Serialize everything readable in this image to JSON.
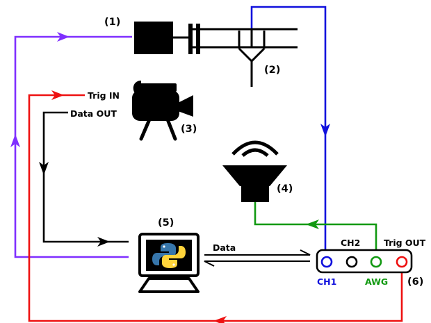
{
  "labels": {
    "n1": "(1)",
    "n2": "(2)",
    "n3": "(3)",
    "n4": "(4)",
    "n5": "(5)",
    "n6": "(6)",
    "trig_in": "Trig IN",
    "data_out": "Data OUT",
    "data": "Data",
    "ch1": "CH1",
    "ch2": "CH2",
    "awg": "AWG",
    "trig_out": "Trig OUT"
  },
  "colors": {
    "purple": "#7f2fff",
    "red": "#ee1111",
    "blue": "#1111dd",
    "green": "#119911",
    "black": "#000000",
    "python_blue": "#3776ab",
    "python_yellow": "#ffd43b"
  },
  "icons": {
    "device_1": "motor-block-icon",
    "device_2": "pipe-nozzle-icon",
    "device_3": "video-camera-icon",
    "device_4": "speaker-icon",
    "device_5": "computer-python-icon",
    "device_6": "oscilloscope-box-icon"
  }
}
